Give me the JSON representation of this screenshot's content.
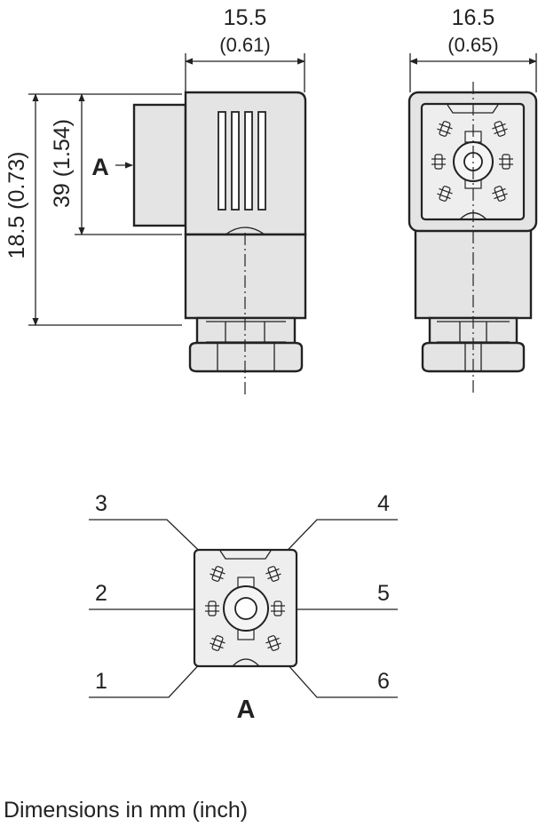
{
  "side_view": {
    "width_label": "15.5",
    "width_label_inch": "(0.61)",
    "total_height_label": "18.5 (0.73)",
    "inner_height_label": "39 (1.54)",
    "view_marker": "A"
  },
  "front_view": {
    "width_label": "16.5",
    "width_label_inch": "(0.65)"
  },
  "detail_view": {
    "pin_labels": [
      "1",
      "2",
      "3",
      "4",
      "5",
      "6"
    ],
    "view_label": "A"
  },
  "caption": "Dimensions in mm (inch)"
}
